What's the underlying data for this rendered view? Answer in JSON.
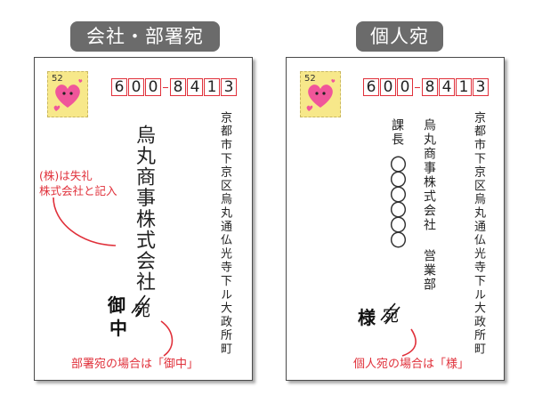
{
  "left": {
    "heading": "会社・部署宛",
    "stamp_value": "52",
    "zip": [
      "6",
      "0",
      "0",
      "8",
      "4",
      "1",
      "3"
    ],
    "address": "京都市下京区烏丸通仏光寺下ル大政所町",
    "company": "烏丸商事株式会社",
    "honorific_lines": [
      "御",
      "中"
    ],
    "crossed": "宛",
    "note_lines": [
      "(株)は失礼",
      "株式会社と記入"
    ],
    "caption": "部署宛の場合は「御中」"
  },
  "right": {
    "heading": "個人宛",
    "stamp_value": "52",
    "zip": [
      "6",
      "0",
      "0",
      "8",
      "4",
      "1",
      "3"
    ],
    "address": "京都市下京区烏丸通仏光寺下ル大政所町",
    "company": "烏丸商事株式会社",
    "department": "営業部",
    "title": "課長",
    "name": "〇〇〇〇〇〇",
    "honorific": "様",
    "crossed": "宛",
    "caption": "個人宛の場合は「様」"
  },
  "colors": {
    "accent_red": "#e0303a",
    "pill_gray": "#6b6b6b",
    "stamp_yellow": "#f7e88a",
    "heart_pink": "#f0569a"
  }
}
